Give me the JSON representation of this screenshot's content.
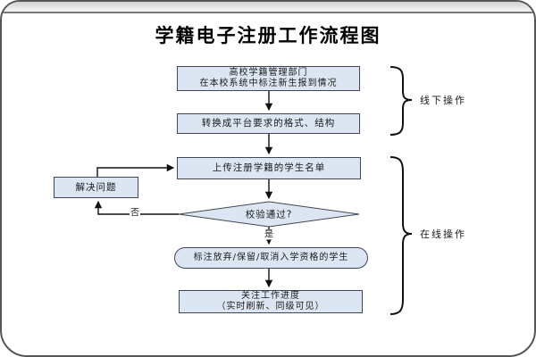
{
  "frame": {
    "title": "学籍电子注册工作流程图"
  },
  "nodes": {
    "mark_arrival": {
      "line1": "高校学籍管理部门",
      "line2": "在本校系统中标注新生报到情况"
    },
    "convert_format": {
      "label": "转换成平台要求的格式、结构"
    },
    "upload_list": {
      "label": "上传注册学籍的学生名单"
    },
    "solve_problem": {
      "label": "解决问题"
    },
    "decision_check": {
      "label": "校验通过?"
    },
    "mark_status": {
      "label": "标注放弃/保留/取消入学资格的学生"
    },
    "track_progress": {
      "line1": "关注工作进度",
      "line2": "（实时刷新、同级可见）"
    }
  },
  "edge_labels": {
    "no": "否",
    "yes": "是"
  },
  "phase_labels": {
    "offline": "线下操作",
    "online": "在线操作"
  },
  "colors": {
    "node_fill": "#dce6f2",
    "node_border": "#3f4654",
    "line": "#101010",
    "frame_border": "#565656"
  }
}
